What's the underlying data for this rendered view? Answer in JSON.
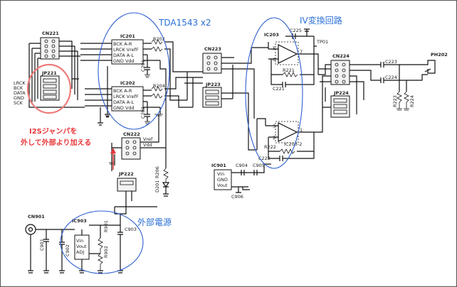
{
  "connectors": {
    "cn221": "CN221",
    "jp221": "JP221",
    "signals": [
      "LRCK",
      "BCK",
      "DATA",
      "GND",
      "SCK"
    ],
    "cn222": "CN222",
    "jp222": "JP222",
    "cn223": "CN223",
    "jp223": "JP223",
    "cn224": "CN224",
    "jp224": "JP224",
    "cn901": "CN901",
    "ph202": "PH202",
    "tp01": "TP01",
    "vref": "Vref",
    "vdd": "Vdd"
  },
  "ic201": {
    "ref": "IC201",
    "pins": [
      "BCK  A-R",
      "LRCK VrefF",
      "DATA A-L",
      "GND  Vdd"
    ]
  },
  "ic202": {
    "ref": "IC202",
    "pins": [
      "BCK  A-R",
      "LRCK VrefF",
      "DATA A-L",
      "GND  Vdd"
    ]
  },
  "ic203": {
    "ref": "IC203",
    "ref2": "IC203-2"
  },
  "ic901": {
    "ref": "IC901",
    "pins": [
      "Vin",
      "GND",
      "Vout"
    ]
  },
  "ic903": {
    "ref": "IC903",
    "pins": [
      "Vin",
      "Vout",
      "ADJ"
    ]
  },
  "parts": {
    "r202": "R202",
    "r204": "R204",
    "r206": "R206",
    "r221": "R221",
    "r222": "R222",
    "r223": "R223",
    "r224": "R224",
    "r901": "R901",
    "r902": "R902",
    "c201": "C201",
    "c202": "C202",
    "c221": "C221",
    "c222": "C222",
    "c223": "C223",
    "c224": "C224",
    "c225": "C225",
    "c901": "C901",
    "c902": "C902",
    "c903": "C903",
    "c904": "C904",
    "c905": "C905",
    "c906": "C906",
    "d201": "D201"
  },
  "pins_opamp": [
    "5",
    "6",
    "7",
    "3",
    "2",
    "1"
  ],
  "annotations": {
    "tda": "TDA1543 x2",
    "iv": "IV変換回路",
    "i2s_line1": "I2Sジャンパを",
    "i2s_line2": "外して外部より加える",
    "power": "外部電源"
  },
  "colors": {
    "annotation_blue": "#2a6fd6",
    "annotation_red": "#e8383b",
    "circle_red": "#ee7a7a"
  }
}
